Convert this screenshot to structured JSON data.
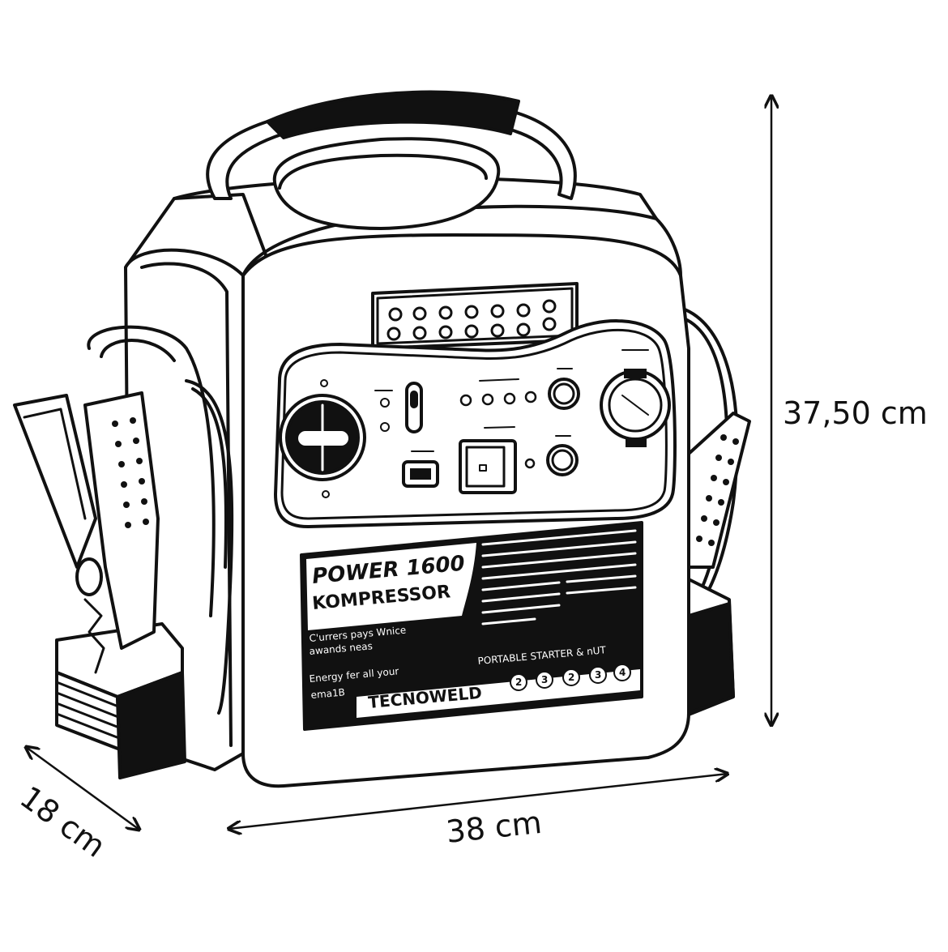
{
  "dimensions": {
    "height": "37,50 cm",
    "width": "38 cm",
    "depth": "18 cm"
  },
  "product_label": {
    "title": "POWER 1600",
    "subtitle": "KOMPRESSOR",
    "small_line_1": "C'urrers pays Wnice",
    "small_line_2": "awands neas",
    "small_line_3": "Energy fer all your",
    "small_line_4": "ema1B",
    "tagline": "PORTABLE STARTER & nUT",
    "brand": "TECNOWELD",
    "badges": [
      "2",
      "3",
      "2",
      "3",
      "4"
    ]
  },
  "colors": {
    "ink": "#111111",
    "paper": "#ffffff"
  },
  "icons": [
    "jump-starter-device",
    "led-light-bar",
    "rotary-knob",
    "usb-port",
    "power-switch",
    "cigarette-socket",
    "battery-clamp"
  ]
}
